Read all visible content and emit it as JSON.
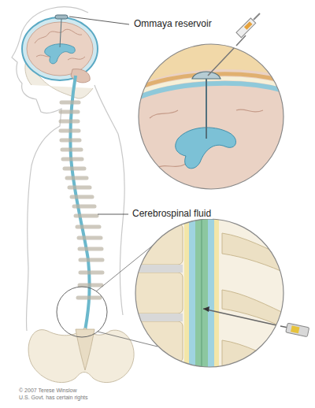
{
  "diagram": {
    "labels": [
      "Ommaya reservoir",
      "Cerebrospinal fluid",
      "© 2007 Terese Winslow",
      "U.S. Govt. has certain rights"
    ]
  }
}
